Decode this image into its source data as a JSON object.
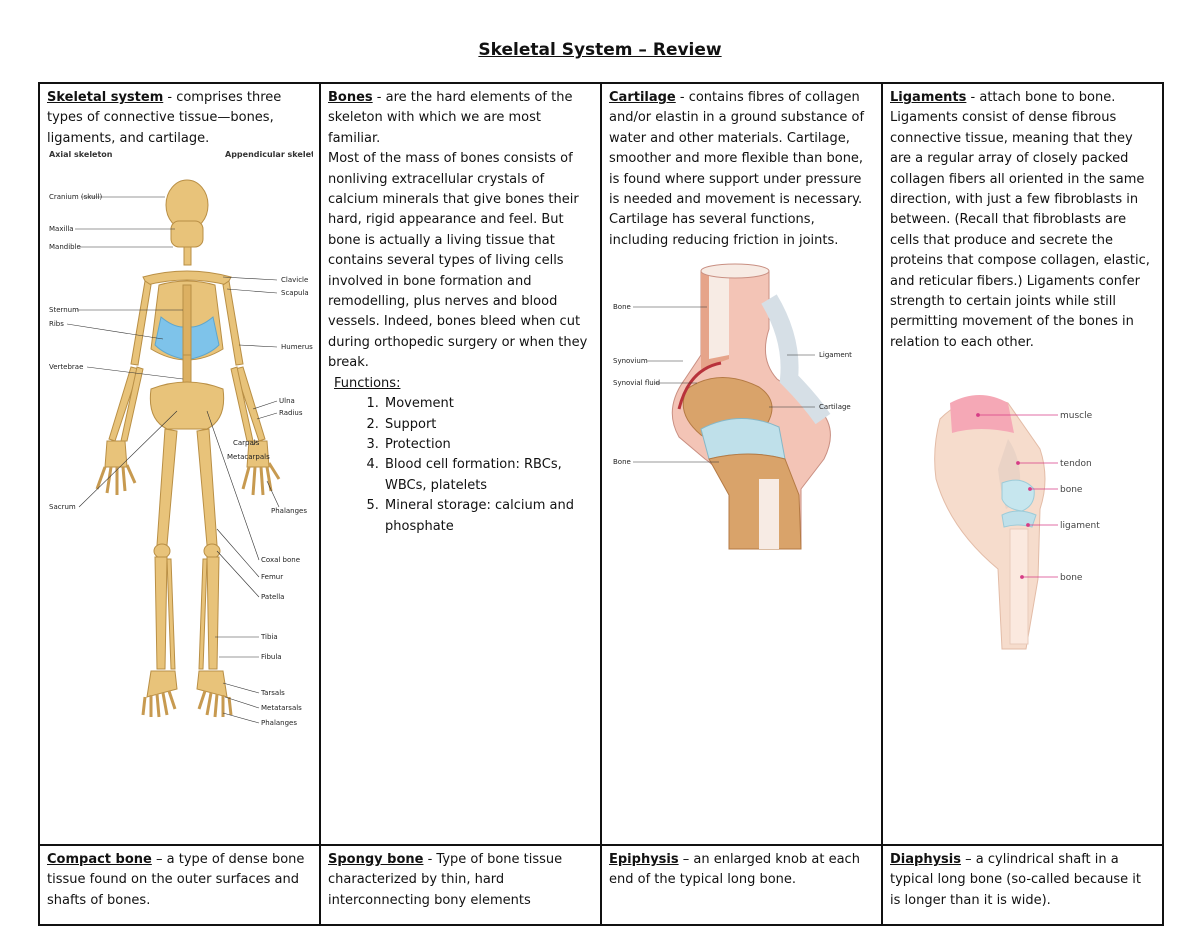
{
  "title": "Skeletal System – Review",
  "cells": {
    "skeletal": {
      "term": "Skeletal system",
      "text": " - comprises three types of connective tissue—bones, ligaments, and cartilage."
    },
    "bones": {
      "term": "Bones",
      "text": " - are the hard elements of the skeleton with which we are most familiar.",
      "para": "Most of the mass of bones consists of nonliving extracellular crystals of calcium minerals that give bones their hard, rigid appearance and feel. But bone is actually a living tissue that contains several types of living cells involved in bone formation and remodelling, plus nerves and blood vessels. Indeed, bones bleed when cut during orthopedic surgery or when they break.",
      "functions_title": "Functions:",
      "functions": [
        "Movement",
        "Support",
        "Protection",
        "Blood cell formation: RBCs, WBCs, platelets",
        "Mineral storage: calcium and phosphate"
      ]
    },
    "cartilage": {
      "term": "Cartilage",
      "text": " - contains fibres of collagen and/or elastin in a ground substance of water and other materials. Cartilage, smoother and more flexible than bone, is found where support under pressure is needed and movement is necessary. Cartilage has several functions, including reducing friction in joints."
    },
    "ligaments": {
      "term": "Ligaments",
      "text": " - attach bone to bone. Ligaments consist of dense fibrous connective tissue, meaning that they are a regular array of closely packed collagen fibers all oriented in the same direction, with just a few fibroblasts in between. (Recall that fibroblasts are cells that produce and secrete the proteins that compose collagen, elastic, and reticular fibers.) Ligaments confer strength to certain joints while still permitting movement of the bones in relation to each other."
    },
    "compact": {
      "term": "Compact bone",
      "text": " – a type of dense bone tissue found on the outer surfaces and shafts of bones."
    },
    "spongy": {
      "term": "Spongy bone",
      "text": " - Type of bone tissue characterized by thin, hard interconnecting bony elements"
    },
    "epiphysis": {
      "term": "Epiphysis",
      "text": " – an enlarged knob at each end of the typical long bone."
    },
    "diaphysis": {
      "term": "Diaphysis",
      "text": " – a cylindrical shaft in a typical long bone (so-called because it is longer than it is wide)."
    }
  },
  "skeleton_figure": {
    "header_left": "Axial skeleton",
    "header_right": "Appendicular skeleton",
    "labels": {
      "cranium": "Cranium (skull)",
      "maxilla": "Maxilla",
      "mandible": "Mandible",
      "sternum": "Sternum",
      "ribs": "Ribs",
      "vertebrae": "Vertebrae",
      "sacrum": "Sacrum",
      "clavicle": "Clavicle",
      "scapula": "Scapula",
      "humerus": "Humerus",
      "ulna": "Ulna",
      "radius": "Radius",
      "carpals": "Carpals",
      "metacarpals": "Metacarpals",
      "phalanges_hand": "Phalanges",
      "coxal": "Coxal bone",
      "femur": "Femur",
      "patella": "Patella",
      "tibia": "Tibia",
      "fibula": "Fibula",
      "tarsals": "Tarsals",
      "metatarsals": "Metatarsals",
      "phalanges_foot": "Phalanges"
    }
  },
  "joint_figure": {
    "bone_top": "Bone",
    "synovium": "Synovium",
    "synovial_fluid": "Synovial fluid",
    "bone_bottom": "Bone",
    "ligament": "Ligament",
    "cartilage": "Cartilage"
  },
  "knee_figure": {
    "muscle": "muscle",
    "tendon": "tendon",
    "bone1": "bone",
    "ligament": "ligament",
    "bone2": "bone"
  },
  "colors": {
    "bone": "#e8c37a",
    "bone_dark": "#b98f45",
    "rib_highlight": "#7ec3ea",
    "muscle": "#f3a9b7",
    "cartilage": "#bfe0ea",
    "label_line": "#d63c86"
  }
}
